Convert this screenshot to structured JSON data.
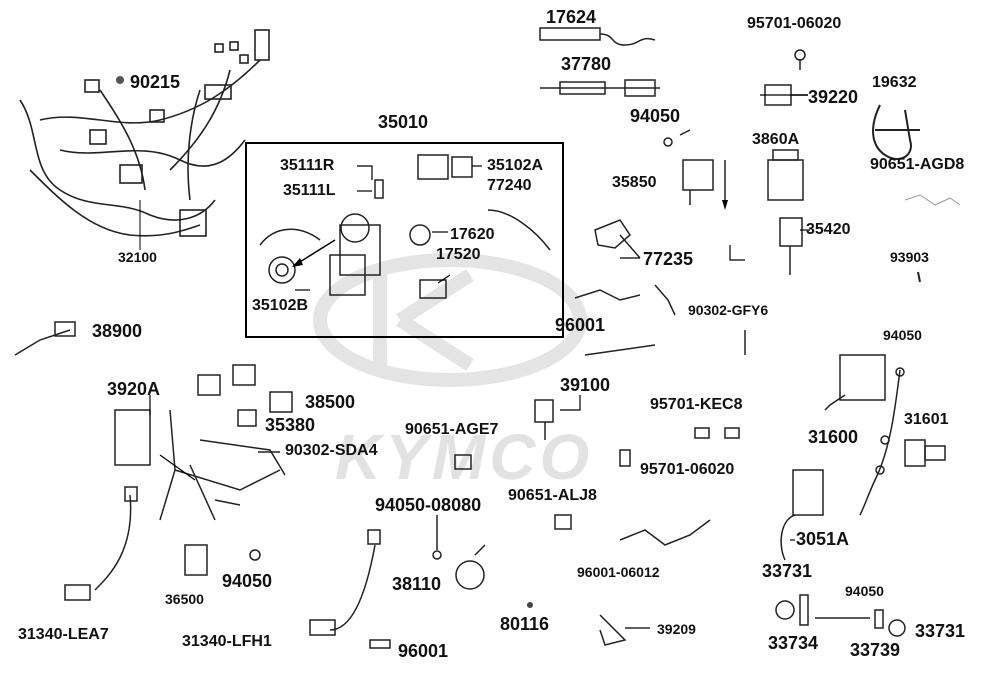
{
  "brand_watermark": "KYMCO",
  "group_box_label": "35010",
  "labels": [
    {
      "id": "17624",
      "text": "17624"
    },
    {
      "id": "37780",
      "text": "37780"
    },
    {
      "id": "95701-06020-top",
      "text": "95701-06020"
    },
    {
      "id": "39220",
      "text": "39220"
    },
    {
      "id": "19632",
      "text": "19632"
    },
    {
      "id": "90215",
      "text": "90215"
    },
    {
      "id": "94050-a",
      "text": "94050"
    },
    {
      "id": "3860A",
      "text": "3860A"
    },
    {
      "id": "90651-AGD8",
      "text": "90651-AGD8"
    },
    {
      "id": "35850",
      "text": "35850"
    },
    {
      "id": "35111R",
      "text": "35111R"
    },
    {
      "id": "35111L",
      "text": "35111L"
    },
    {
      "id": "35102A",
      "text": "35102A"
    },
    {
      "id": "77240",
      "text": "77240"
    },
    {
      "id": "17620",
      "text": "17620"
    },
    {
      "id": "17520",
      "text": "17520"
    },
    {
      "id": "35102B",
      "text": "35102B"
    },
    {
      "id": "35420",
      "text": "35420"
    },
    {
      "id": "32100",
      "text": "32100"
    },
    {
      "id": "77235",
      "text": "77235"
    },
    {
      "id": "93903",
      "text": "93903"
    },
    {
      "id": "96001-mid",
      "text": "96001"
    },
    {
      "id": "90302-GFY6",
      "text": "90302-GFY6"
    },
    {
      "id": "38900",
      "text": "38900"
    },
    {
      "id": "94050-b",
      "text": "94050"
    },
    {
      "id": "3920A",
      "text": "3920A"
    },
    {
      "id": "39100",
      "text": "39100"
    },
    {
      "id": "38500",
      "text": "38500"
    },
    {
      "id": "95701-KEC8",
      "text": "95701-KEC8"
    },
    {
      "id": "31601",
      "text": "31601"
    },
    {
      "id": "35380",
      "text": "35380"
    },
    {
      "id": "90651-AGE7",
      "text": "90651-AGE7"
    },
    {
      "id": "31600",
      "text": "31600"
    },
    {
      "id": "90302-SDA4",
      "text": "90302-SDA4"
    },
    {
      "id": "95701-06020-mid",
      "text": "95701-06020"
    },
    {
      "id": "90651-ALJ8",
      "text": "90651-ALJ8"
    },
    {
      "id": "94050-08080",
      "text": "94050-08080"
    },
    {
      "id": "3051A",
      "text": "3051A"
    },
    {
      "id": "96001-06012",
      "text": "96001-06012"
    },
    {
      "id": "33731-top",
      "text": "33731"
    },
    {
      "id": "38110",
      "text": "38110"
    },
    {
      "id": "94050-c",
      "text": "94050"
    },
    {
      "id": "36500",
      "text": "36500"
    },
    {
      "id": "94050-d",
      "text": "94050"
    },
    {
      "id": "80116",
      "text": "80116"
    },
    {
      "id": "39209",
      "text": "39209"
    },
    {
      "id": "31340-LEA7",
      "text": "31340-LEA7"
    },
    {
      "id": "31340-LFH1",
      "text": "31340-LFH1"
    },
    {
      "id": "96001-bot",
      "text": "96001"
    },
    {
      "id": "33734",
      "text": "33734"
    },
    {
      "id": "33739",
      "text": "33739"
    },
    {
      "id": "33731-bot",
      "text": "33731"
    }
  ]
}
